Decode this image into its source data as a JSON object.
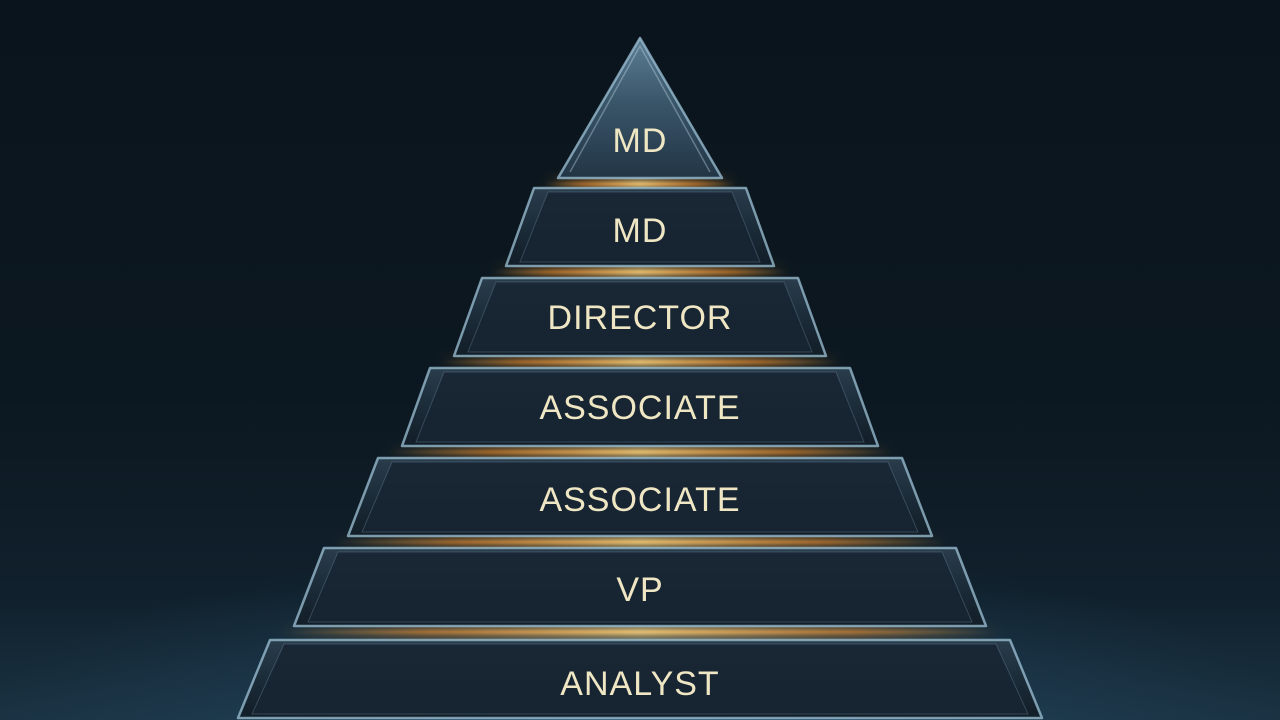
{
  "pyramid": {
    "levels": [
      {
        "label": "MD"
      },
      {
        "label": "MD"
      },
      {
        "label": "DIRECTOR"
      },
      {
        "label": "ASSOCIATE"
      },
      {
        "label": "ASSOCIATE"
      },
      {
        "label": "VP"
      },
      {
        "label": "ANALYST"
      }
    ]
  },
  "colors": {
    "background": "#0b1620",
    "tier_fill": "#1b2b38",
    "tier_edge": "#9fc4d8",
    "glow": "#ffb040",
    "label": "#efe6c4"
  }
}
